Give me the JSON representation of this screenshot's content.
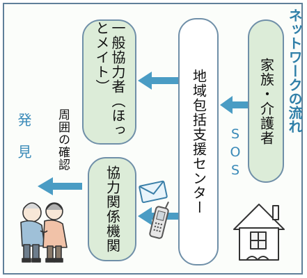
{
  "title": "ネットワークの流れ",
  "nodes": {
    "family": "家族・介護者",
    "center": "地域包括支援センター",
    "general": "一般協力者（ほっとメイト）",
    "related": "協力関係機関"
  },
  "labels": {
    "sos": "SOS",
    "discover": "発見",
    "check": "周囲の確認"
  },
  "icons": [
    "envelope-icon",
    "mobile-phone-icon",
    "house-icon",
    "elderly-couple-icon"
  ],
  "colors": {
    "accent": "#3a8ab8",
    "node_fill": "#dcecd8",
    "node_border": "#6f8fa8",
    "arrow": "#4a9cc4"
  }
}
